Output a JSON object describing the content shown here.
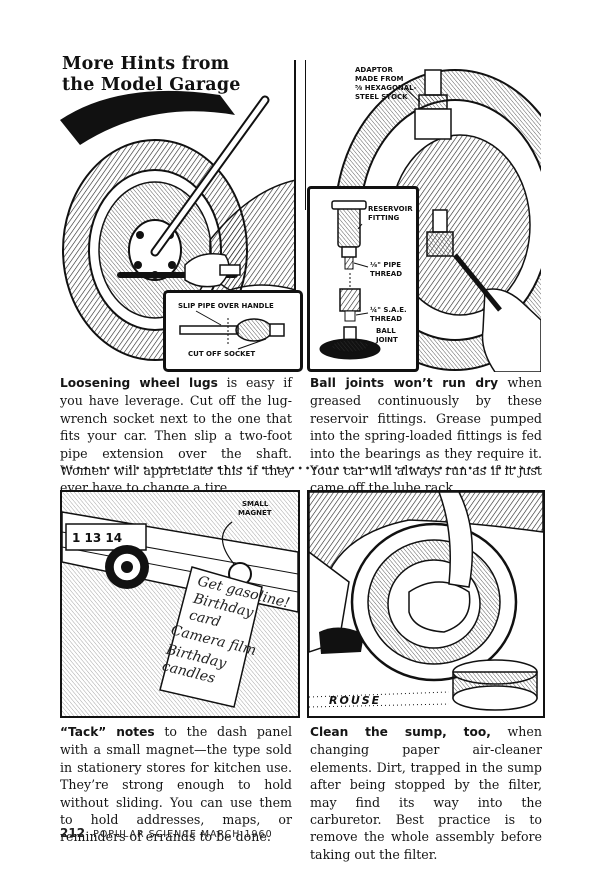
{
  "article": {
    "title_line1": "More Hints from",
    "title_line2": "the Model Garage"
  },
  "panels": {
    "wheel": {
      "label_slip": "SLIP PIPE OVER HANDLE",
      "label_cut": "CUT OFF SOCKET",
      "caption_lead": "Loosening wheel lugs",
      "caption_body": " is easy if you have leverage. Cut off the lug-wrench socket next to the one that fits your car. Then slip a two-foot pipe extension over the shaft. Women will appreciate this if they ever have to change a tire."
    },
    "balljoint": {
      "label_adaptor_1": "ADAPTOR",
      "label_adaptor_2": "MADE FROM",
      "label_adaptor_3": "⁵⁄₈ HEXAGONAL-",
      "label_adaptor_4": "STEEL STOCK",
      "label_reservoir_1": "RESERVOIR",
      "label_reservoir_2": "FITTING",
      "label_pipe_1": "⅛\" PIPE",
      "label_pipe_2": "THREAD",
      "label_sae_1": "¼\" S.A.E.",
      "label_sae_2": "THREAD",
      "label_ball_1": "BALL",
      "label_ball_2": "JOINT",
      "caption_lead": "Ball joints won’t run dry",
      "caption_body": " when greased continuously by these reservoir fittings. Grease pumped into the spring-loaded fittings is fed into the bearings as they require it. Your car will always run as if it just came off the lube rack."
    },
    "notes": {
      "label_magnet_1": "SMALL",
      "label_magnet_2": "MAGNET",
      "dash_numbers": "1  13  14",
      "note_line1": "Get gasoline!",
      "note_line2": "Birthday",
      "note_line3": "card",
      "note_line4": "Camera film",
      "note_line5": "Birthday",
      "note_line6": "candles",
      "caption_lead": "“Tack” notes",
      "caption_body": " to the dash panel with a small magnet—the type sold in stationery stores for kitchen use. They’re strong enough to hold without sliding. You can use them to hold addresses, maps, or reminders of errands to be done."
    },
    "sump": {
      "signature": "ROUSE",
      "caption_lead": "Clean the sump, too,",
      "caption_body": " when changing paper air-cleaner elements. Dirt, trapped in the sump after being stopped by the filter, may find its way into the carburetor. Best practice is to remove the whole assembly before taking out the filter."
    }
  },
  "footer": {
    "page_number": "212",
    "publication": "POPULAR SCIENCE MARCH 1960"
  }
}
